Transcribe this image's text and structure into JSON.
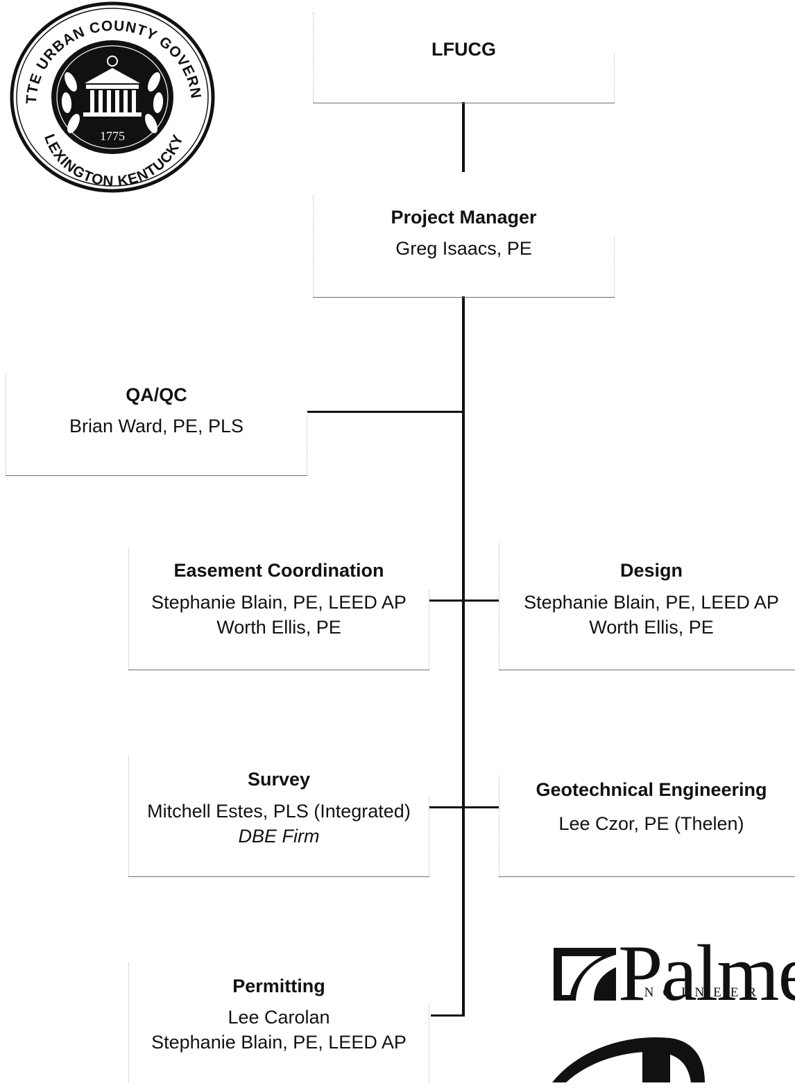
{
  "seal": {
    "top_text": "FAYETTE URBAN COUNTY GOVERNMENT",
    "bottom_text": "LEXINGTON KENTUCKY",
    "year": "1775"
  },
  "lfucg": {
    "title": "LFUCG"
  },
  "project_manager": {
    "title": "Project Manager",
    "names": [
      "Greg Isaacs, PE"
    ]
  },
  "qaqc": {
    "title": "QA/QC",
    "names": [
      "Brian Ward, PE, PLS"
    ]
  },
  "easement": {
    "title": "Easement Coordination",
    "names": [
      "Stephanie Blain, PE, LEED AP",
      "Worth Ellis, PE"
    ]
  },
  "design": {
    "title": "Design",
    "names": [
      "Stephanie Blain, PE, LEED AP",
      "Worth Ellis, PE"
    ]
  },
  "survey": {
    "title": "Survey",
    "names": [
      "Mitchell Estes, PLS (Integrated)"
    ],
    "note": "DBE Firm"
  },
  "geotech": {
    "title": "Geotechnical Engineering",
    "names": [
      "Lee Czor, PE (Thelen)"
    ]
  },
  "permitting": {
    "title": "Permitting",
    "names": [
      "Lee Carolan",
      "Stephanie Blain, PE, LEED AP"
    ]
  },
  "palmer_logo": {
    "word": "Palme",
    "sub": "ENGINEER"
  }
}
